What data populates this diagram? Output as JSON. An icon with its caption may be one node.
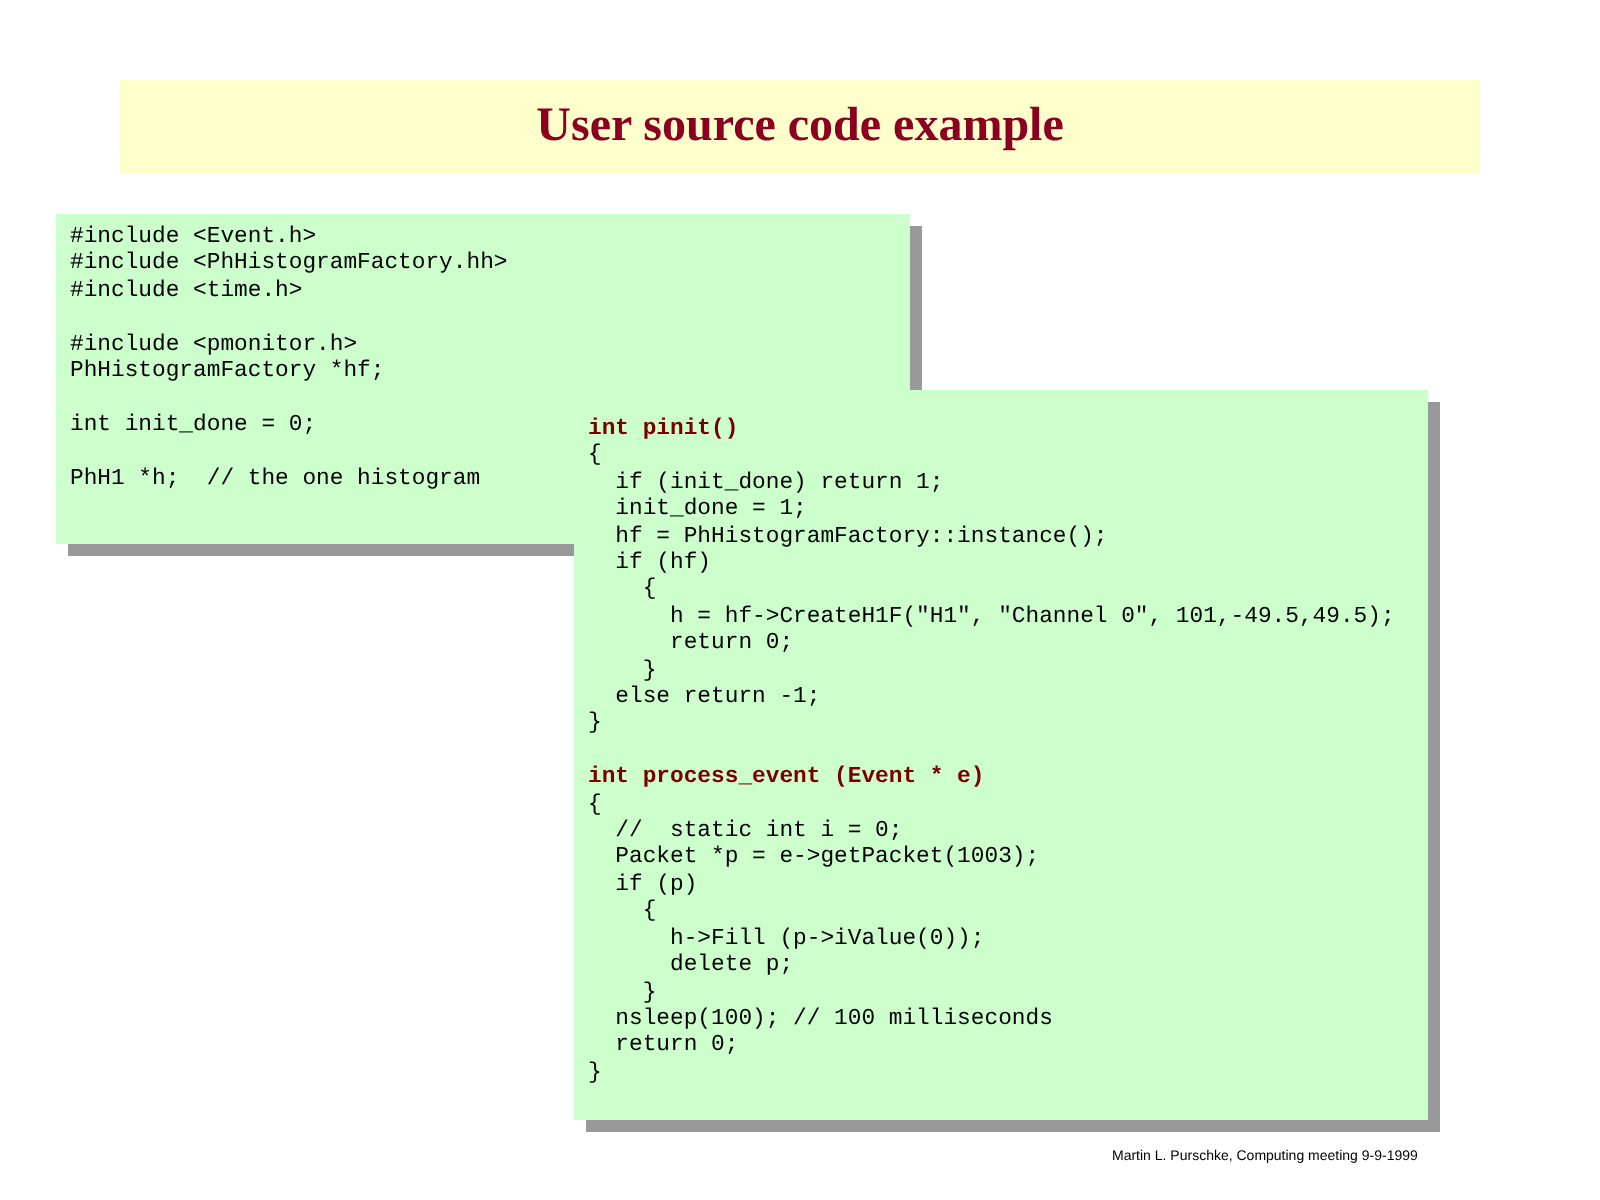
{
  "diagram": {
    "nodes": [
      {
        "text": [
          "User source code example"
        ]
      },
      {
        "text": [
          "#include <Event.h>",
          "#include <PhHistogramFactory.hh>",
          "#include <time.h>",
          "#include <pmonitor.h>",
          "PhHistogramFactory *hf;",
          "int init_done = 0;",
          "PhH1 *h;  // the one histogram"
        ]
      },
      {
        "text": [
          "int pinit()",
          "{",
          "  if (init_done) return 1;",
          "  init_done = 1;",
          "  hf = PhHistogramFactory::instance();",
          "  if (hf)",
          "    {",
          "      h = hf->CreateH1F(\"H1\", \"Channel 0\", 101,-49.5,49.5);",
          "      return 0;",
          "    }",
          "  else return -1;",
          "}",
          "int process_event (Event * e)",
          "{",
          "  //  static int i = 0;",
          "  Packet *p = e->getPacket(1003);",
          "  if (p)",
          "    {",
          "      h->Fill (p->iValue(0));",
          "      delete p;",
          "    }",
          "  nsleep(100); // 100 milliseconds",
          "  return 0;",
          "}"
        ]
      }
    ],
    "edges": [],
    "labels": [
      "Martin L. Purschke, Computing meeting 9-9-1999"
    ]
  }
}
